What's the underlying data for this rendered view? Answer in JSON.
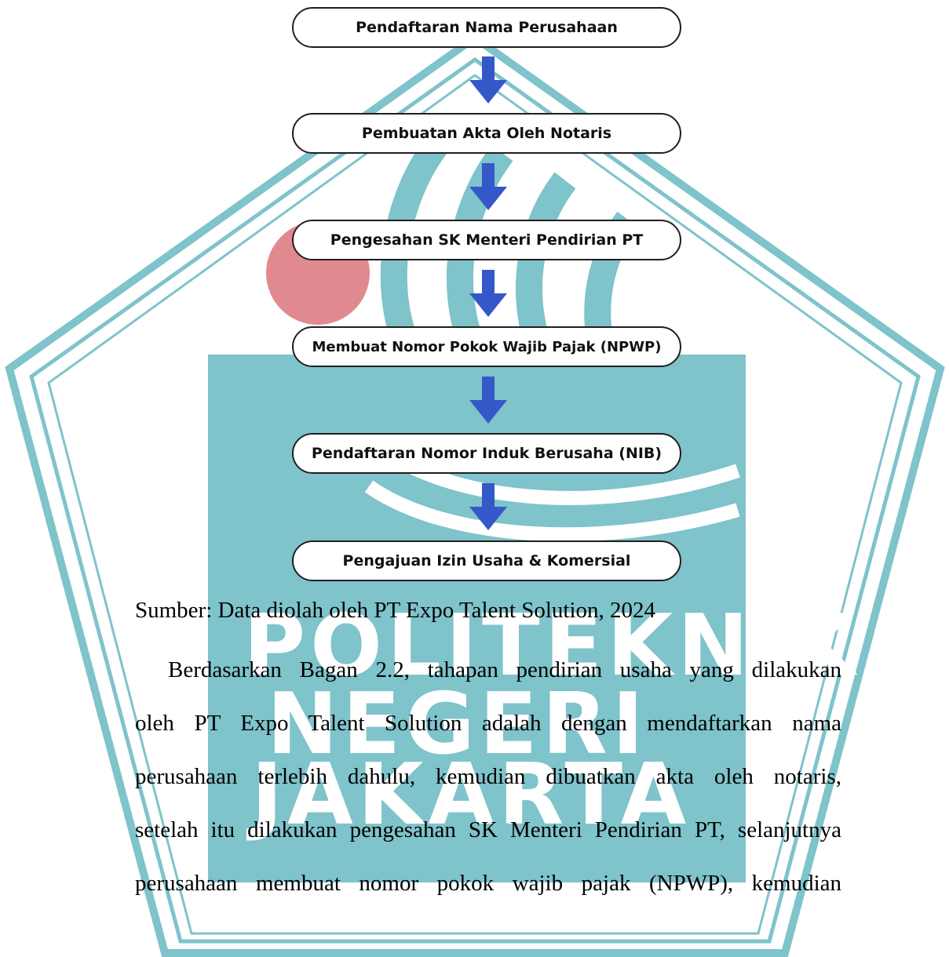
{
  "watermark": {
    "lines": [
      "POLITEKNIK",
      "NEGERI",
      "JAKARTA"
    ],
    "colors": {
      "teal": "#7fc3cb",
      "red": "#e08a90"
    }
  },
  "flowchart": {
    "steps": [
      "Pendaftaran Nama Perusahaan",
      "Pembuatan Akta Oleh Notaris",
      "Pengesahan SK Menteri Pendirian PT",
      "Membuat Nomor Pokok Wajib Pajak (NPWP)",
      "Pendaftaran Nomor Induk Berusaha (NIB)",
      "Pengajuan Izin Usaha & Komersial"
    ],
    "arrow_color": "#3558c9"
  },
  "source": "Sumber: Data diolah oleh PT Expo Talent Solution, 2024",
  "paragraph": [
    "Berdasarkan Bagan 2.2, tahapan pendirian usaha yang dilakukan",
    "oleh PT Expo Talent Solution adalah dengan mendaftarkan nama",
    "perusahaan terlebih dahulu, kemudian dibuatkan akta oleh notaris,",
    "setelah itu dilakukan pengesahan SK Menteri Pendirian PT, selanjutnya",
    "perusahaan membuat nomor pokok wajib pajak (NPWP), kemudian"
  ]
}
